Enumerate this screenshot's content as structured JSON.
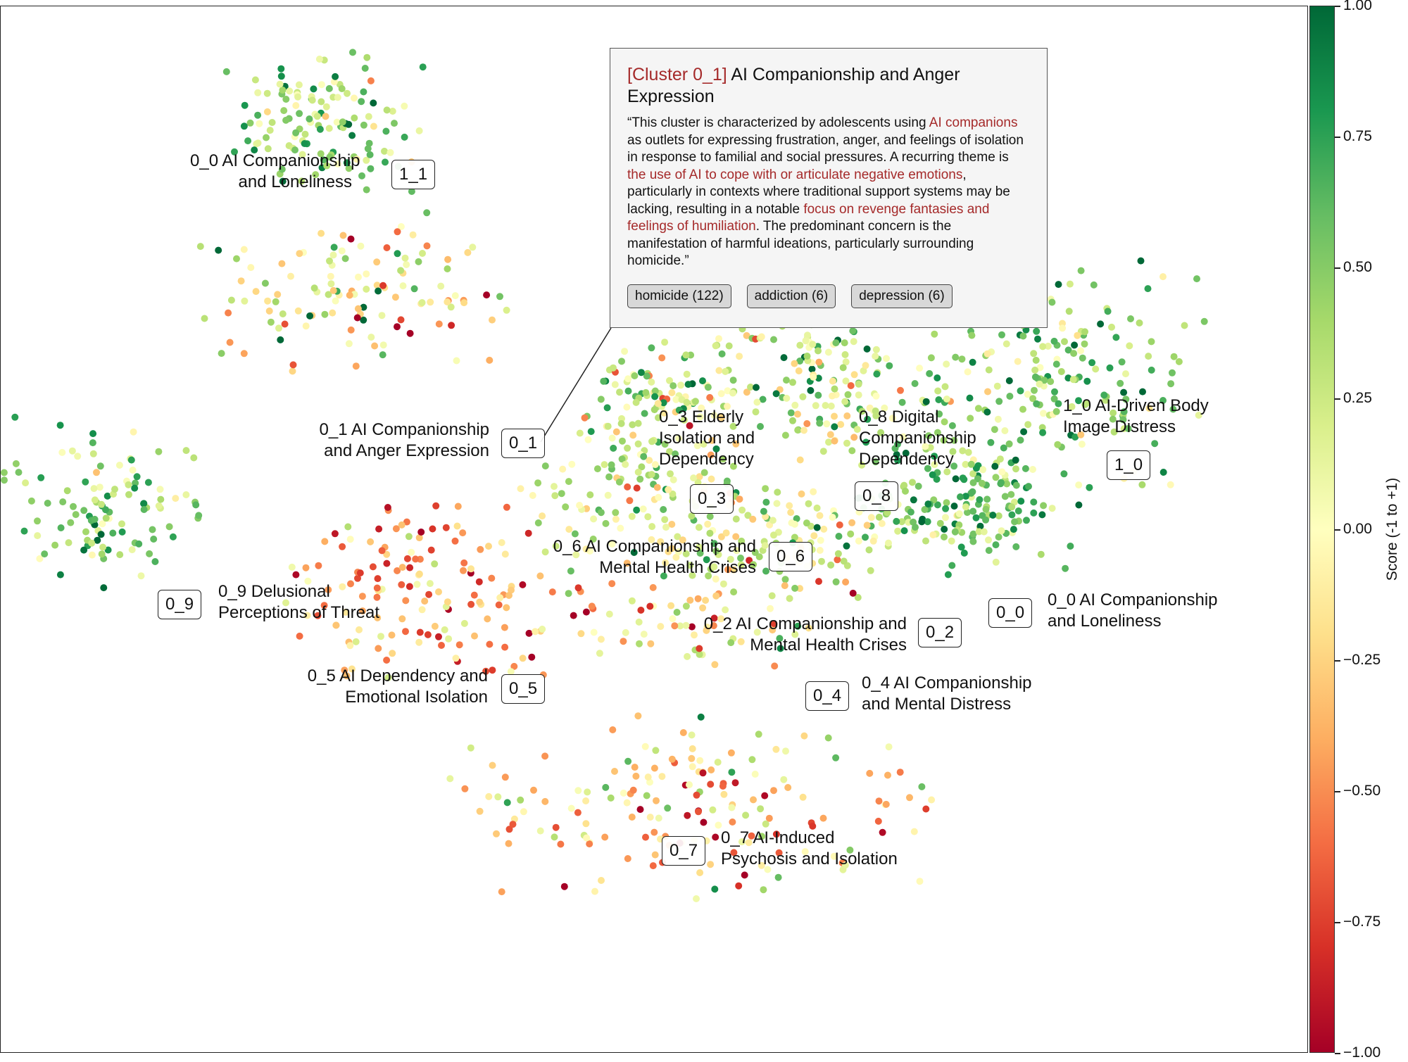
{
  "chart_data": {
    "type": "scatter",
    "colorbar": {
      "title": "Score (-1 to +1)",
      "ticks": [
        "1.00",
        "0.75",
        "0.50",
        "0.25",
        "0.00",
        "−0.25",
        "−0.50",
        "−0.75",
        "−1.00"
      ],
      "range": [
        -1,
        1
      ],
      "colormap": "RdYlGn"
    },
    "clusters": [
      {
        "id": "1_1",
        "badge": "1_1",
        "label": "0_0 AI Companionship\nand Loneliness"
      },
      {
        "id": "0_1",
        "badge": "0_1",
        "label": "0_1 AI Companionship\nand Anger Expression"
      },
      {
        "id": "0_9",
        "badge": "0_9",
        "label": "0_9 Delusional\nPerceptions of Threat"
      },
      {
        "id": "0_5",
        "badge": "0_5",
        "label": "0_5 AI Dependency and\nEmotional Isolation"
      },
      {
        "id": "0_3",
        "badge": "0_3",
        "label": "0_3 Elderly\nIsolation and\nDependency"
      },
      {
        "id": "0_8",
        "badge": "0_8",
        "label": "0_8 Digital\nCompanionship\nDependency"
      },
      {
        "id": "1_0",
        "badge": "1_0",
        "label": "1_0 AI-Driven Body\nImage Distress"
      },
      {
        "id": "0_6",
        "badge": "0_6",
        "label": "0_6 AI Companionship and\nMental Health Crises"
      },
      {
        "id": "0_0",
        "badge": "0_0",
        "label": "0_0 AI Companionship\nand Loneliness"
      },
      {
        "id": "0_2",
        "badge": "0_2",
        "label": "0_2 AI Companionship and\nMental Health Crises"
      },
      {
        "id": "0_4",
        "badge": "0_4",
        "label": "0_4 AI Companionship\nand Mental Distress"
      },
      {
        "id": "0_7",
        "badge": "0_7",
        "label": "0_7 AI-Induced\nPsychosis and Isolation"
      }
    ],
    "point_groups": [
      {
        "cluster": "1_1",
        "x_range": [
          -4.0,
          -1.6
        ],
        "y_range": [
          4.1,
          6.2
        ],
        "count": 130,
        "mean_score": 0.45,
        "score_spread": 0.35
      },
      {
        "cluster": "0_1",
        "x_range": [
          -4.2,
          -0.4
        ],
        "y_range": [
          1.3,
          3.6
        ],
        "count": 120,
        "mean_score": 0.05,
        "score_spread": 0.5
      },
      {
        "cluster": "0_9",
        "x_range": [
          -6.8,
          -4.4
        ],
        "y_range": [
          -2.1,
          0.5
        ],
        "count": 110,
        "mean_score": 0.45,
        "score_spread": 0.3
      },
      {
        "cluster": "0_5",
        "x_range": [
          -3.0,
          0.8
        ],
        "y_range": [
          -3.4,
          -0.8
        ],
        "count": 160,
        "mean_score": -0.4,
        "score_spread": 0.35
      },
      {
        "cluster": "0_3",
        "x_range": [
          0.8,
          2.8
        ],
        "y_range": [
          0.0,
          1.8
        ],
        "count": 120,
        "mean_score": 0.2,
        "score_spread": 0.4
      },
      {
        "cluster": "0_8",
        "x_range": [
          2.8,
          5.0
        ],
        "y_range": [
          0.0,
          2.2
        ],
        "count": 140,
        "mean_score": 0.3,
        "score_spread": 0.4
      },
      {
        "cluster": "1_0",
        "x_range": [
          5.0,
          8.6
        ],
        "y_range": [
          -0.4,
          2.9
        ],
        "count": 200,
        "mean_score": 0.45,
        "score_spread": 0.3
      },
      {
        "cluster": "0_6",
        "x_range": [
          0.0,
          2.8
        ],
        "y_range": [
          -1.6,
          0.4
        ],
        "count": 110,
        "mean_score": 0.15,
        "score_spread": 0.4
      },
      {
        "cluster": "0_0",
        "x_range": [
          4.2,
          7.0
        ],
        "y_range": [
          -1.8,
          0.2
        ],
        "count": 180,
        "mean_score": 0.5,
        "score_spread": 0.3
      },
      {
        "cluster": "0_2",
        "x_range": [
          1.8,
          4.6
        ],
        "y_range": [
          -2.2,
          -0.6
        ],
        "count": 130,
        "mean_score": 0.15,
        "score_spread": 0.4
      },
      {
        "cluster": "0_4",
        "x_range": [
          0.8,
          3.6
        ],
        "y_range": [
          -3.4,
          -2.0
        ],
        "count": 60,
        "mean_score": -0.1,
        "score_spread": 0.45
      },
      {
        "cluster": "0_7",
        "x_range": [
          -0.8,
          5.2
        ],
        "y_range": [
          -6.8,
          -4.2
        ],
        "count": 170,
        "mean_score": -0.2,
        "score_spread": 0.4
      }
    ]
  },
  "callout": {
    "title_id": "[Cluster 0_1]",
    "title_text": " AI Companionship and Anger Expression",
    "desc": [
      {
        "t": "“This cluster is characterized by adolescents using ",
        "h": false
      },
      {
        "t": "AI companions",
        "h": true
      },
      {
        "t": " as outlets for expressing frustration, anger, and feelings of isolation in response to familial and social pressures. A recurring theme is ",
        "h": false
      },
      {
        "t": "the use of AI to cope with or articulate negative emotions",
        "h": true
      },
      {
        "t": ", particularly in contexts where traditional support systems may be lacking, resulting in a notable ",
        "h": false
      },
      {
        "t": "focus on revenge fantasies and feelings of humiliation",
        "h": true
      },
      {
        "t": ". The predominant concern is the manifestation of harmful ideations, particularly surrounding homicide.”",
        "h": false
      }
    ],
    "tags": [
      "homicide (122)",
      "addiction (6)",
      "depression (6)"
    ]
  }
}
